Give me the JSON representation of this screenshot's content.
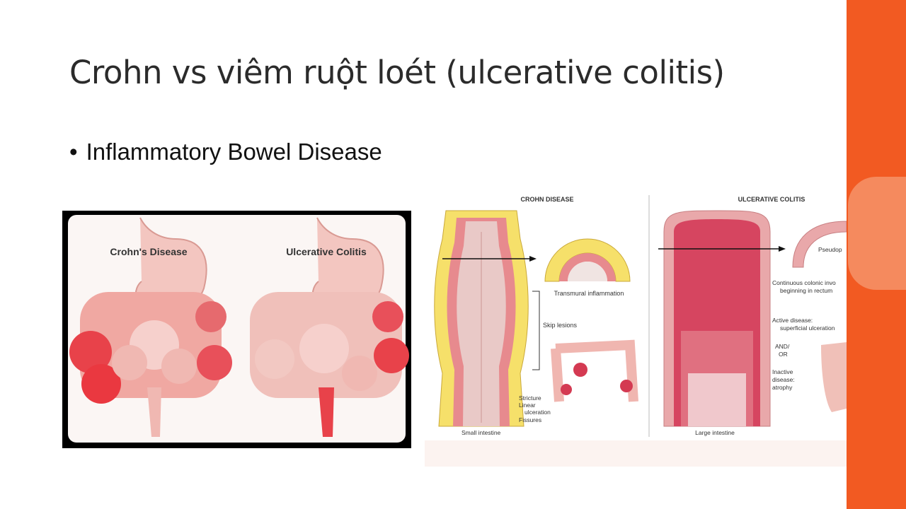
{
  "slide": {
    "title": "Crohn vs viêm ruột loét (ulcerative colitis)",
    "bullet": "Inflammatory Bowel Disease"
  },
  "figure_left": {
    "label_left": "Crohn's Disease",
    "label_right": "Ulcerative Colitis"
  },
  "figure_right": {
    "crohn_heading": "CROHN DISEASE",
    "uc_heading": "ULCERATIVE COLITIS",
    "transmural": "Transmural inflammation",
    "skip_lesions": "Skip lesions",
    "stricture": "Stricture",
    "linear": "Linear",
    "ulceration": "ulceration",
    "fissures": "Fissures",
    "small_intestine": "Small intestine",
    "large_intestine": "Large intestine",
    "pseudopolyp": "Pseudop",
    "continuous_1": "Continuous colonic invo",
    "continuous_2": "beginning in rectum",
    "active_1": "Active disease:",
    "active_2": "superficial ulceration",
    "and": "AND/",
    "or": "OR",
    "inactive_1": "Inactive",
    "inactive_2": "disease:",
    "inactive_3": "atrophy"
  },
  "sidebar": {
    "icons": [
      "circle-icon",
      "search-icon",
      "circle-icon",
      "chevron-down-icon"
    ],
    "accent_color": "#f25a22",
    "active_color": "#f58a5e"
  }
}
